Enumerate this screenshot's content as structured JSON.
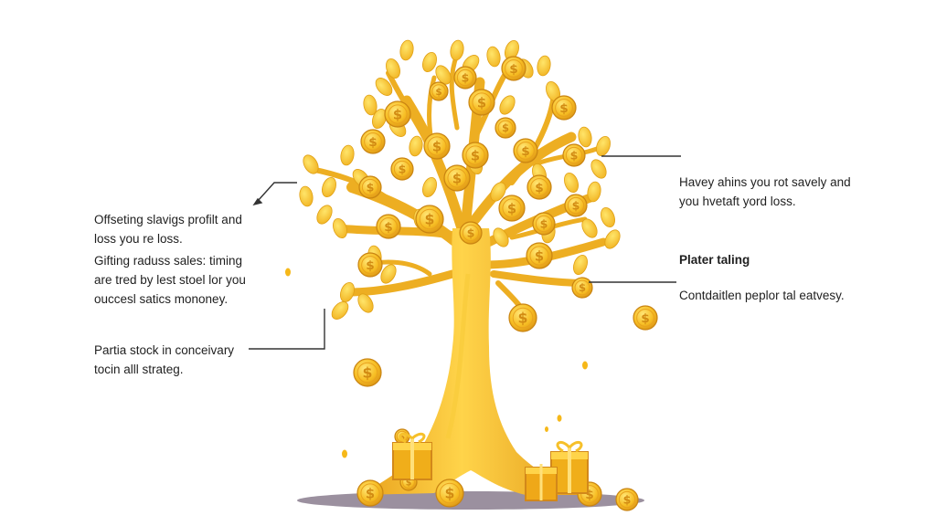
{
  "annotations": {
    "left_top": [
      "Offseting slavigs profilt and",
      "loss you re loss."
    ],
    "left_middle": [
      "Gifting raduss sales: timing",
      "are tred by lest stoel lor you",
      "ouccesl satics mononey."
    ],
    "left_bottom": [
      "Partia stock in conceivary",
      "tocin alll strateg."
    ],
    "right_top": [
      "Havey ahins you rot savely and",
      "you hvetaft yord loss."
    ],
    "right_heading": "Plater taling",
    "right_bottom": "Contdaitlen peplor tal eatvesy."
  },
  "colors": {
    "gold_light": "#FFD84A",
    "gold": "#F6B819",
    "gold_dark": "#D8901A",
    "shadow": "#8A7C8E",
    "line": "#333333"
  },
  "icons": [
    "money-tree-illustration",
    "gold-coin-icon",
    "gift-box-icon"
  ]
}
